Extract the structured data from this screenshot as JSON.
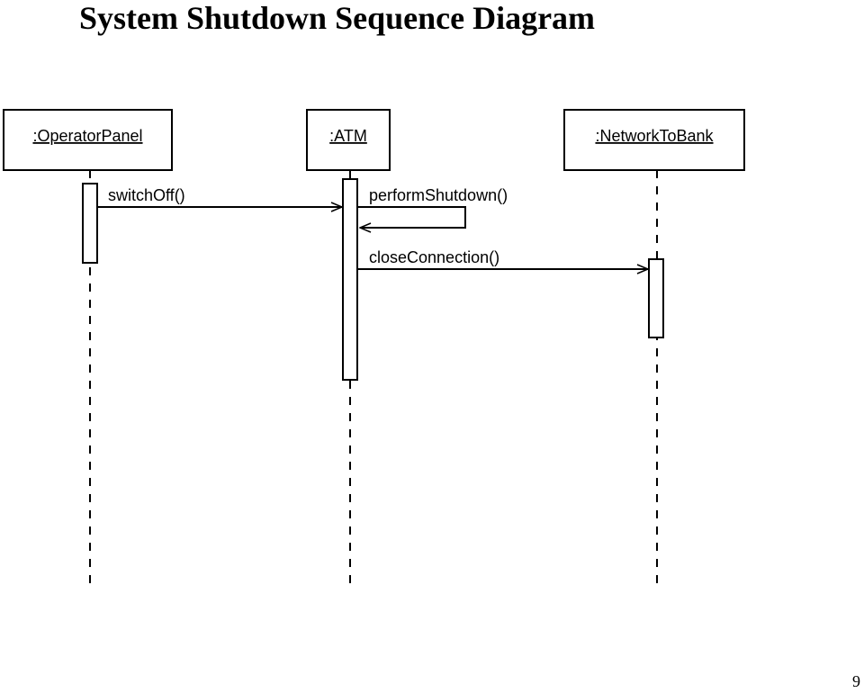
{
  "title": "System Shutdown Sequence Diagram",
  "page_number": "9",
  "lifelines": [
    {
      "name": ":OperatorPanel"
    },
    {
      "name": ":ATM"
    },
    {
      "name": ":NetworkToBank"
    }
  ],
  "messages": [
    {
      "label": "switchOff()",
      "from": ":OperatorPanel",
      "to": ":ATM"
    },
    {
      "label": "performShutdown()",
      "from": ":ATM",
      "to": ":ATM"
    },
    {
      "label": "closeConnection()",
      "from": ":ATM",
      "to": ":NetworkToBank"
    }
  ]
}
